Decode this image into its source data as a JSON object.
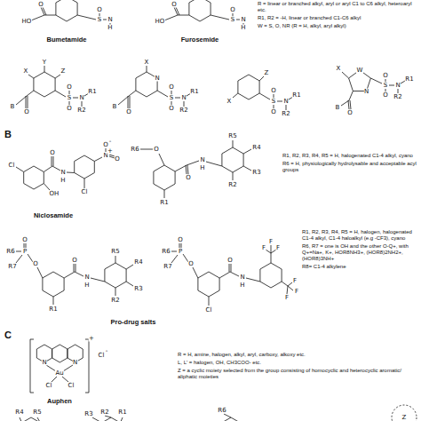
{
  "diagram": {
    "labels": [
      "HO",
      "O",
      "S",
      "O",
      "N",
      "H",
      "HO",
      "O",
      "S",
      "O",
      "N",
      "H",
      "Bumetamide",
      "Furosemide",
      "R = linear or branched alkyl, aryl or aryl C1 to C6 alkyl, heteroaryl etc.",
      "R1, R2 = -H, linear or branched C1-C6 alkyl",
      "W = S, O, NR (R = H, alkyl, aryl alkyl)",
      "Y",
      "X",
      "Z",
      "B",
      "O",
      "S",
      "O",
      "O",
      "N",
      "R1",
      "R2",
      "X",
      "N",
      "B",
      "O",
      "S",
      "O",
      "O",
      "N",
      "R1",
      "R2",
      "Z",
      "X",
      "S",
      "O",
      "O",
      "N",
      "R1",
      "R2",
      "X",
      "W",
      "N",
      "B",
      "O",
      "S",
      "O",
      "O",
      "N",
      "R1",
      "R2",
      "B",
      "Cl",
      "O",
      "N",
      "H",
      "OH",
      "Cl",
      "N",
      "+",
      "O",
      "O",
      "-",
      "Niclosamide",
      "R6",
      "O",
      "O",
      "N",
      "H",
      "R5",
      "R4",
      "R3",
      "R2",
      "R1",
      "R1, R2, R3, R4, R5 = H, halogenated C1-4 alkyl, cyano",
      "R6 = H, physiologically hydrolysable and acceptable acyl groups",
      "R6",
      "P",
      "O",
      "R7",
      "O",
      "O",
      "N",
      "H",
      "R5",
      "R4",
      "R3",
      "R2",
      "R1",
      "R6",
      "P",
      "O",
      "R7",
      "O",
      "O",
      "N",
      "H",
      "F",
      "F",
      "F",
      "F",
      "F",
      "F",
      "Cl",
      "R1, R2, R3, R4, R5 = H, halogen, halogenated C1-4 alkyl, C1-4 haloalkyl (e.g -CF3), cyano",
      "R6, R7 = one is OH and the other O-Q+, with Q+=Na+, K+, HOR8NH3+, (HOR8)2NH2+, (HOR8)3NH+",
      "R8= C1-4 alkylene",
      "Pro-drug salts",
      "C",
      "N",
      "N",
      "Au",
      "Cl",
      "Cl",
      "+",
      "Cl",
      "-",
      "Auphen",
      "R = H, amine, halogen, alkyl, aryl, carboxy, alkoxy etc.",
      "L, L' = halogen, OH, CH3COO- etc.",
      "Z = a cyclic moiety selected from the group consisting of homocyclic and heterocyclic aromatic/ aliphatic moieties",
      "R4",
      "R5",
      "R3",
      "R2",
      "R1",
      "R6",
      "Z"
    ]
  }
}
